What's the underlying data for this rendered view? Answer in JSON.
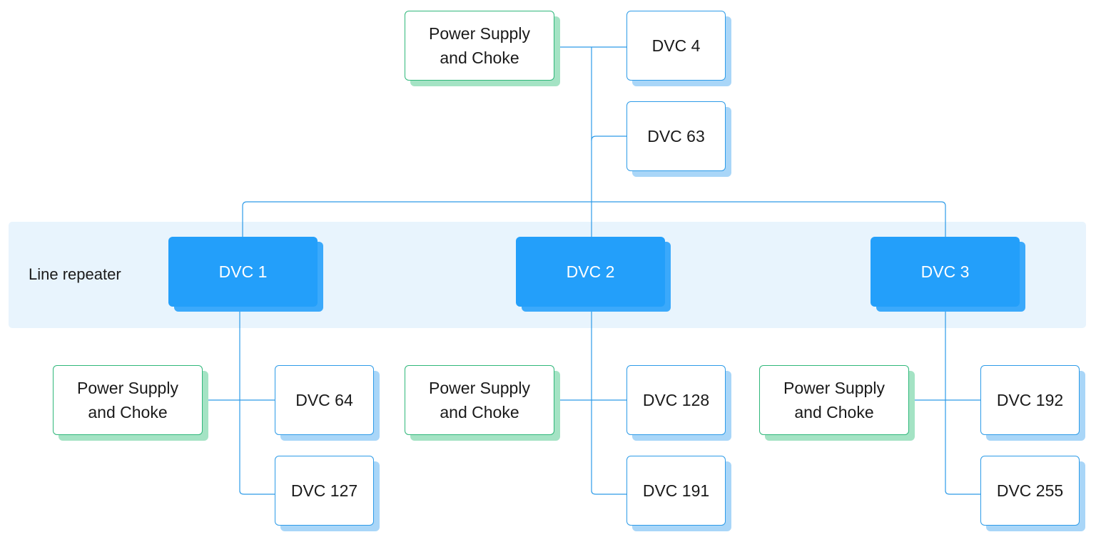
{
  "diagram": {
    "band_label": "Line repeater",
    "colors": {
      "wire": "#2d9be8",
      "power_border": "#2fb77a",
      "power_shadow": "#a4e3c4",
      "device_border": "#2d9be8",
      "device_shadow": "#a9d6f8",
      "repeater_fill": "#239ffa",
      "band_fill": "#e8f4fd"
    },
    "nodes": {
      "top_power": "Power Supply\nand Choke",
      "dvc4": "DVC 4",
      "dvc63": "DVC 63",
      "dvc1": "DVC 1",
      "dvc2": "DVC 2",
      "dvc3": "DVC 3",
      "power_1": "Power Supply\nand Choke",
      "dvc64": "DVC 64",
      "dvc127": "DVC 127",
      "power_2": "Power Supply\nand Choke",
      "dvc128": "DVC 128",
      "dvc191": "DVC 191",
      "power_3": "Power Supply\nand Choke",
      "dvc192": "DVC 192",
      "dvc255": "DVC 255"
    }
  }
}
